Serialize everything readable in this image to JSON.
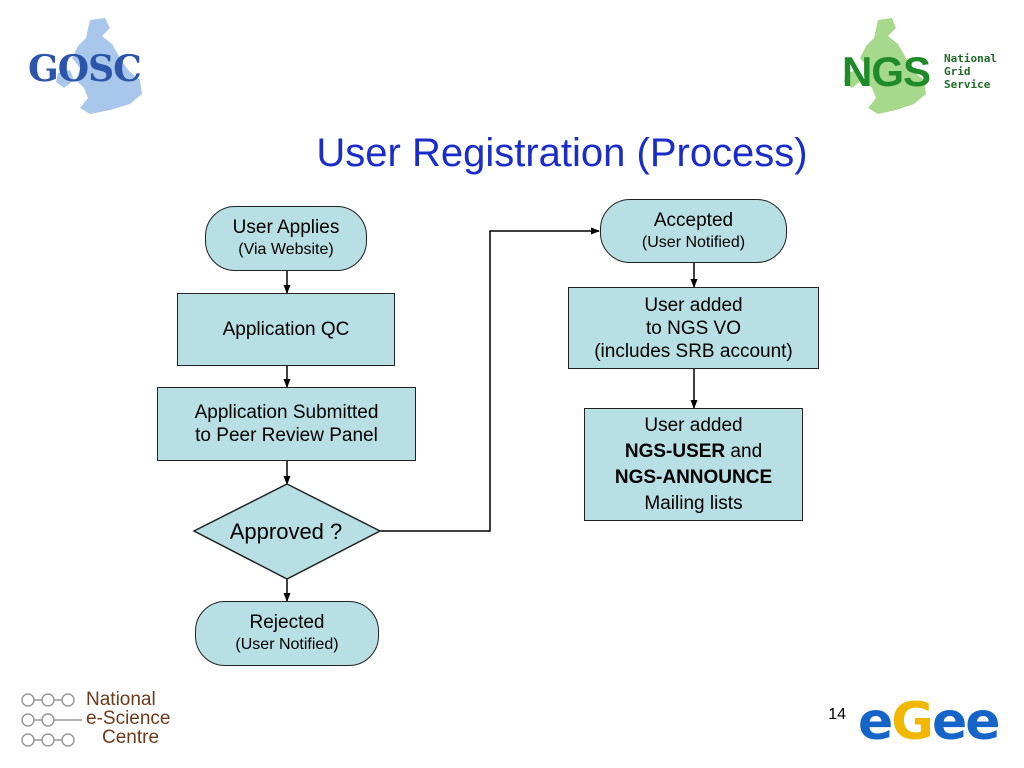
{
  "slide": {
    "title": "User Registration (Process)",
    "page_number": "14"
  },
  "logos": {
    "gosc": "GOSC",
    "ngs": "NGS",
    "ngs_sub": [
      "National",
      "Grid",
      "Service"
    ],
    "nesc": [
      "National",
      "e-Science",
      "Centre"
    ],
    "egee": [
      "e",
      "G",
      "ee"
    ]
  },
  "flow": {
    "user_applies": {
      "main": "User Applies",
      "sub": "(Via Website)"
    },
    "application_qc": "Application QC",
    "submitted": [
      "Application Submitted",
      "to Peer Review Panel"
    ],
    "approved": "Approved ?",
    "rejected": {
      "main": "Rejected",
      "sub": "(User Notified)"
    },
    "accepted": {
      "main": "Accepted",
      "sub": "(User Notified)"
    },
    "added_vo": [
      "User added",
      "to NGS VO",
      "(includes SRB account)"
    ],
    "added_lists": {
      "line1": "User added",
      "line2_bold": "NGS-USER",
      "line2_rest": " and",
      "line3_bold": "NGS-ANNOUNCE",
      "line4": "Mailing lists"
    }
  },
  "colors": {
    "title": "#1a2dc8",
    "box_fill": "#b7dfe4",
    "box_border": "#222222"
  }
}
